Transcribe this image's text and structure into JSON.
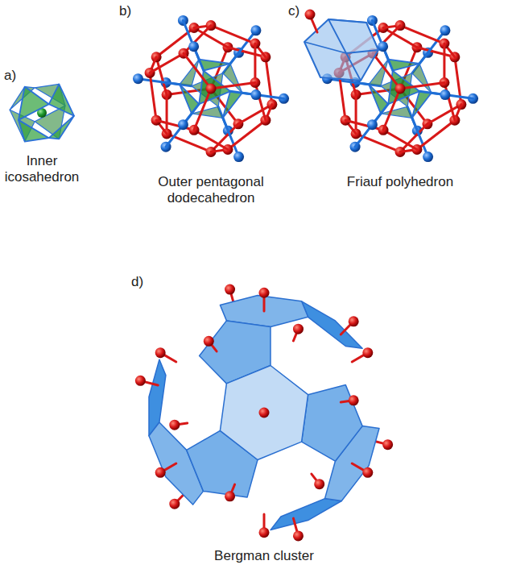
{
  "diagram": {
    "labels": [
      "a)",
      "Inner icosahedron",
      "b)",
      "Outer pentagonal dodecahedron",
      "c)",
      "Friauf polyhedron",
      "d)",
      "Bergman cluster"
    ]
  }
}
